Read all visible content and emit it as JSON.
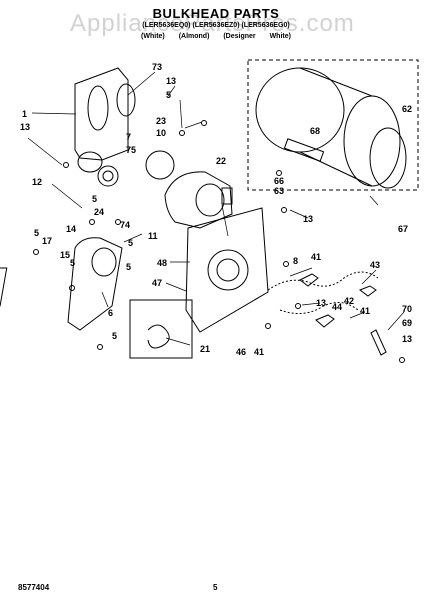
{
  "header": {
    "title": "BULKHEAD PARTS",
    "models": "(LER5636EQ0) (LER5636EZ0) (LER5636EG0)",
    "variants": "(White) (Almond) (Designer White)"
  },
  "watermark": "AppliancePartsPros.com",
  "footer": {
    "doc_number": "8577404",
    "page_number": "5"
  },
  "callouts": [
    "73",
    "13",
    "1",
    "13",
    "5",
    "7",
    "75",
    "23",
    "10",
    "68",
    "62",
    "22",
    "66",
    "63",
    "12",
    "5",
    "24",
    "74",
    "14",
    "5",
    "17",
    "15",
    "5",
    "48",
    "11",
    "13",
    "67",
    "8",
    "41",
    "43",
    "47",
    "5",
    "6",
    "13",
    "44",
    "70",
    "42",
    "41",
    "69",
    "13",
    "46",
    "41",
    "21",
    "5",
    "5"
  ]
}
